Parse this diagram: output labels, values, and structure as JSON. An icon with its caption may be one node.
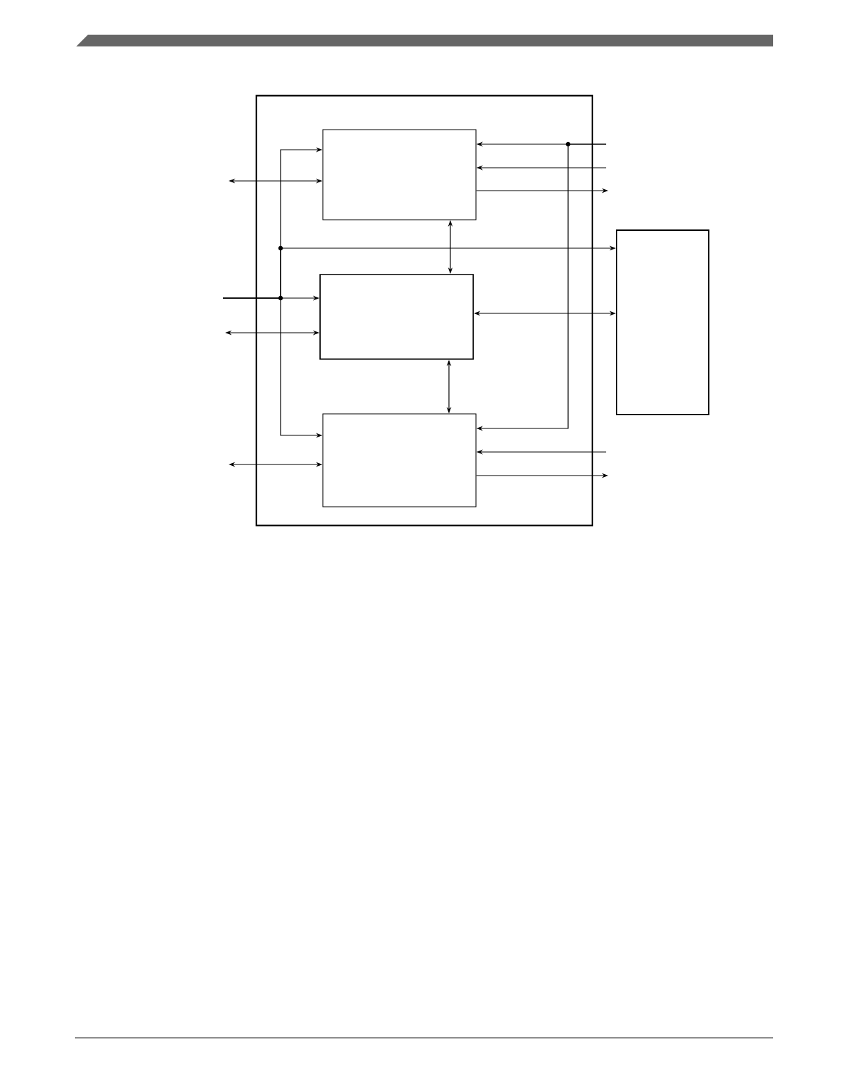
{
  "diagram": {
    "nodes": [
      {
        "text": [],
        "shape": "box"
      },
      {
        "text": [],
        "shape": "box",
        "in": 0
      },
      {
        "text": [],
        "shape": "box",
        "in": 0
      },
      {
        "text": [],
        "shape": "box",
        "in": 0
      },
      {
        "text": [],
        "shape": "box"
      }
    ],
    "edges": [
      {
        "from": null,
        "to": 1,
        "arrow": "both"
      },
      {
        "from": null,
        "to": 2,
        "arrow": "to"
      },
      {
        "from": null,
        "to": 1,
        "arrow": "to"
      },
      {
        "from": null,
        "to": 4,
        "arrow": "to"
      },
      {
        "from": null,
        "to": 3,
        "arrow": "to"
      },
      {
        "from": null,
        "to": 2,
        "arrow": "both"
      },
      {
        "from": null,
        "to": 3,
        "arrow": "both"
      },
      {
        "from": 1,
        "to": 2,
        "arrow": "both"
      },
      {
        "from": 2,
        "to": 3,
        "arrow": "both"
      },
      {
        "from": null,
        "to": 1,
        "arrow": "to"
      },
      {
        "from": null,
        "to": 3,
        "arrow": "to"
      },
      {
        "from": null,
        "to": 1,
        "arrow": "to"
      },
      {
        "from": 1,
        "to": null,
        "arrow": "to"
      },
      {
        "from": 2,
        "to": 4,
        "arrow": "both"
      },
      {
        "from": null,
        "to": 3,
        "arrow": "to"
      },
      {
        "from": 3,
        "to": null,
        "arrow": "to"
      }
    ]
  }
}
